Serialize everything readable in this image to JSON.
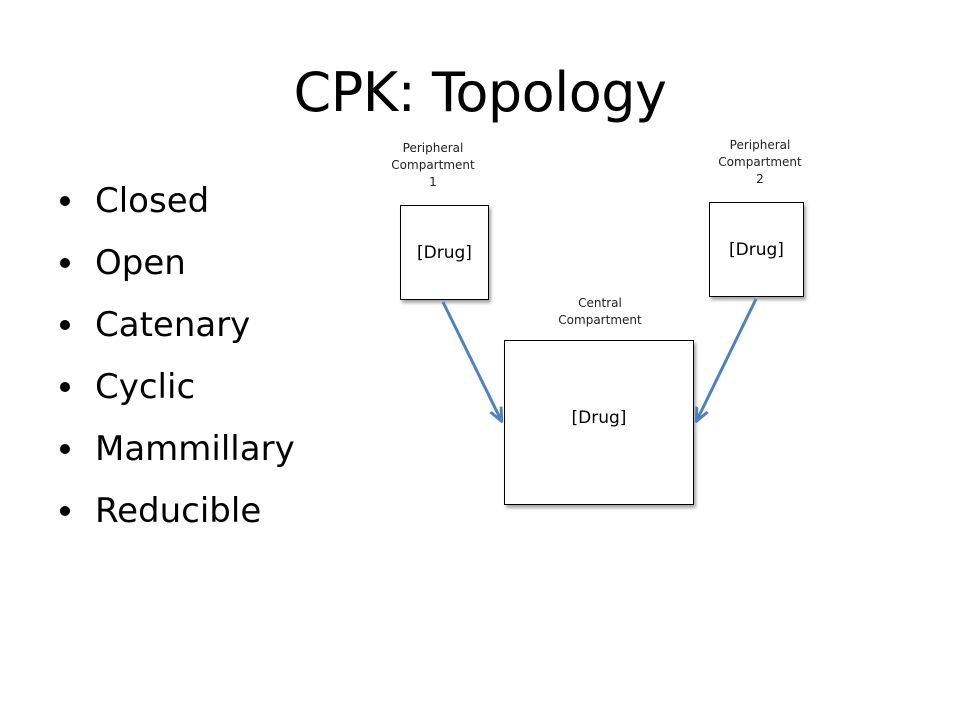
{
  "slide": {
    "title": "CPK: Topology",
    "bullets": [
      "Closed",
      "Open",
      "Catenary",
      "Cyclic",
      "Mammillary",
      "Reducible"
    ]
  },
  "diagram": {
    "peripheral_1": {
      "label_lines": [
        "Peripheral",
        "Compartment",
        "1"
      ],
      "box_text": "[Drug]"
    },
    "peripheral_2": {
      "label_lines": [
        "Peripheral",
        "Compartment",
        "2"
      ],
      "box_text": "[Drug]"
    },
    "central": {
      "label_lines": [
        "Central",
        "Compartment"
      ],
      "box_text": "[Drug]"
    },
    "arrow_color": "#4f81bd"
  }
}
